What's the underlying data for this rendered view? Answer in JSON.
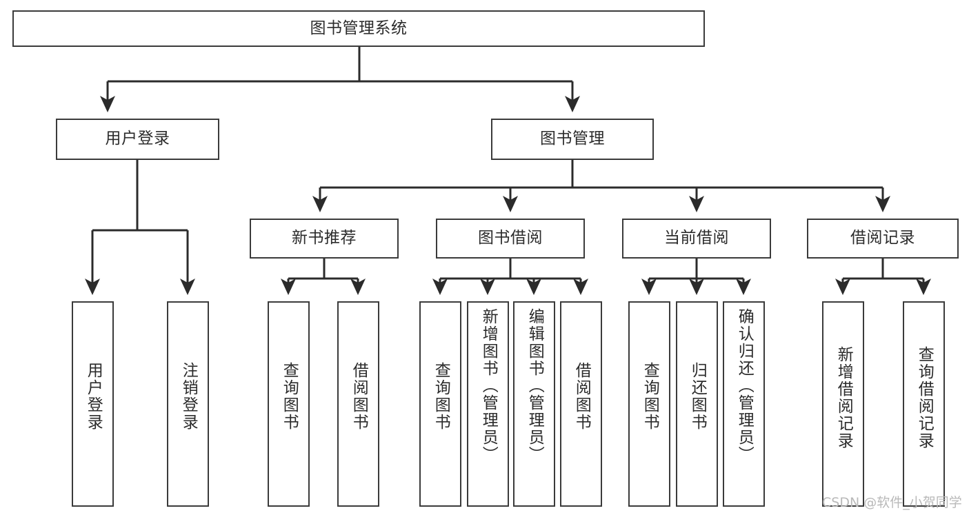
{
  "diagram": {
    "title": "图书管理系统",
    "type": "hierarchy-tree",
    "watermark": "CSDN @软件_小贺同学",
    "colors": {
      "box_border": "#3a3a3a",
      "box_fill": "#ffffff",
      "edge": "#2b2b2b",
      "text": "#2b2b2b",
      "watermark": "#b9b9b9",
      "background": "#ffffff"
    },
    "levels": {
      "level1": [
        {
          "id": "root",
          "label": "图书管理系统"
        }
      ],
      "level2": [
        {
          "id": "user-login",
          "label": "用户登录"
        },
        {
          "id": "book-manage",
          "label": "图书管理"
        }
      ],
      "level3": [
        {
          "id": "new-book-rec",
          "label": "新书推荐",
          "parent": "book-manage"
        },
        {
          "id": "book-borrow",
          "label": "图书借阅",
          "parent": "book-manage"
        },
        {
          "id": "current-borrow",
          "label": "当前借阅",
          "parent": "book-manage"
        },
        {
          "id": "borrow-record",
          "label": "借阅记录",
          "parent": "book-manage"
        }
      ],
      "level4": [
        {
          "id": "leaf-user-login",
          "label": "用户登录",
          "parent": "user-login"
        },
        {
          "id": "leaf-logout",
          "label": "注销登录",
          "parent": "user-login"
        },
        {
          "id": "leaf-query-book-1",
          "label": "查询图书",
          "parent": "new-book-rec"
        },
        {
          "id": "leaf-borrow-book-1",
          "label": "借阅图书",
          "parent": "new-book-rec"
        },
        {
          "id": "leaf-query-book-2",
          "label": "查询图书",
          "parent": "book-borrow"
        },
        {
          "id": "leaf-add-book",
          "label": "新增图书（管理员）",
          "parent": "book-borrow"
        },
        {
          "id": "leaf-edit-book",
          "label": "编辑图书（管理员）",
          "parent": "book-borrow"
        },
        {
          "id": "leaf-borrow-book-2",
          "label": "借阅图书",
          "parent": "book-borrow"
        },
        {
          "id": "leaf-query-book-3",
          "label": "查询图书",
          "parent": "current-borrow"
        },
        {
          "id": "leaf-return-book",
          "label": "归还图书",
          "parent": "current-borrow"
        },
        {
          "id": "leaf-confirm-return",
          "label": "确认归还（管理员）",
          "parent": "current-borrow"
        },
        {
          "id": "leaf-add-record",
          "label": "新增借阅记录",
          "parent": "borrow-record"
        },
        {
          "id": "leaf-query-record",
          "label": "查询借阅记录",
          "parent": "borrow-record"
        }
      ]
    }
  }
}
